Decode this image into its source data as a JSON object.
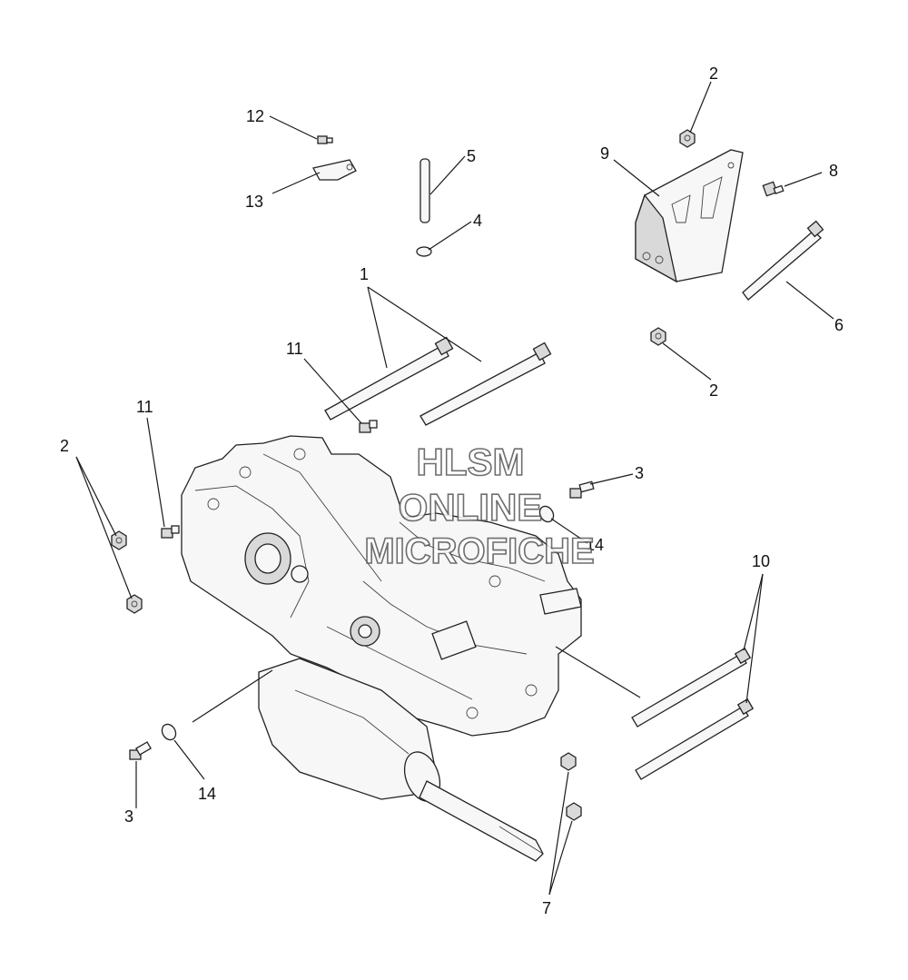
{
  "diagram": {
    "callouts": {
      "c1": "1",
      "c2a": "2",
      "c2b": "2",
      "c2c": "2",
      "c3a": "3",
      "c3b": "3",
      "c4": "4",
      "c5": "5",
      "c6": "6",
      "c7": "7",
      "c8": "8",
      "c9": "9",
      "c10": "10",
      "c11a": "11",
      "c11b": "11",
      "c12": "12",
      "c13": "13",
      "c14a": "14",
      "c14b": "14"
    },
    "watermark": {
      "line1": "HLSM",
      "line2": "ONLINE",
      "line3": "MICROFICHE"
    }
  }
}
